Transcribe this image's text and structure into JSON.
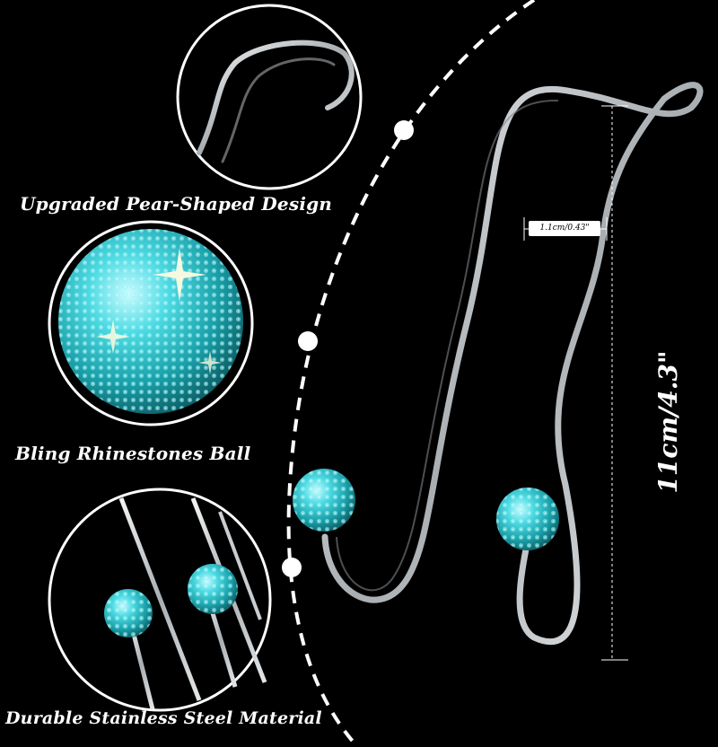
{
  "features": [
    {
      "caption": "Upgraded Pear-Shaped Design"
    },
    {
      "caption": "Bling Rhinestones Ball"
    },
    {
      "caption": "Durable Stainless Steel Material"
    }
  ],
  "dimensions": {
    "width_label": "1.1cm/0.43\"",
    "height_label": "11cm/4.3\""
  },
  "colors": {
    "background": "#000000",
    "rhinestone": "#2fbfc7",
    "steel": "#cfd3d6",
    "text": "#ffffff"
  }
}
